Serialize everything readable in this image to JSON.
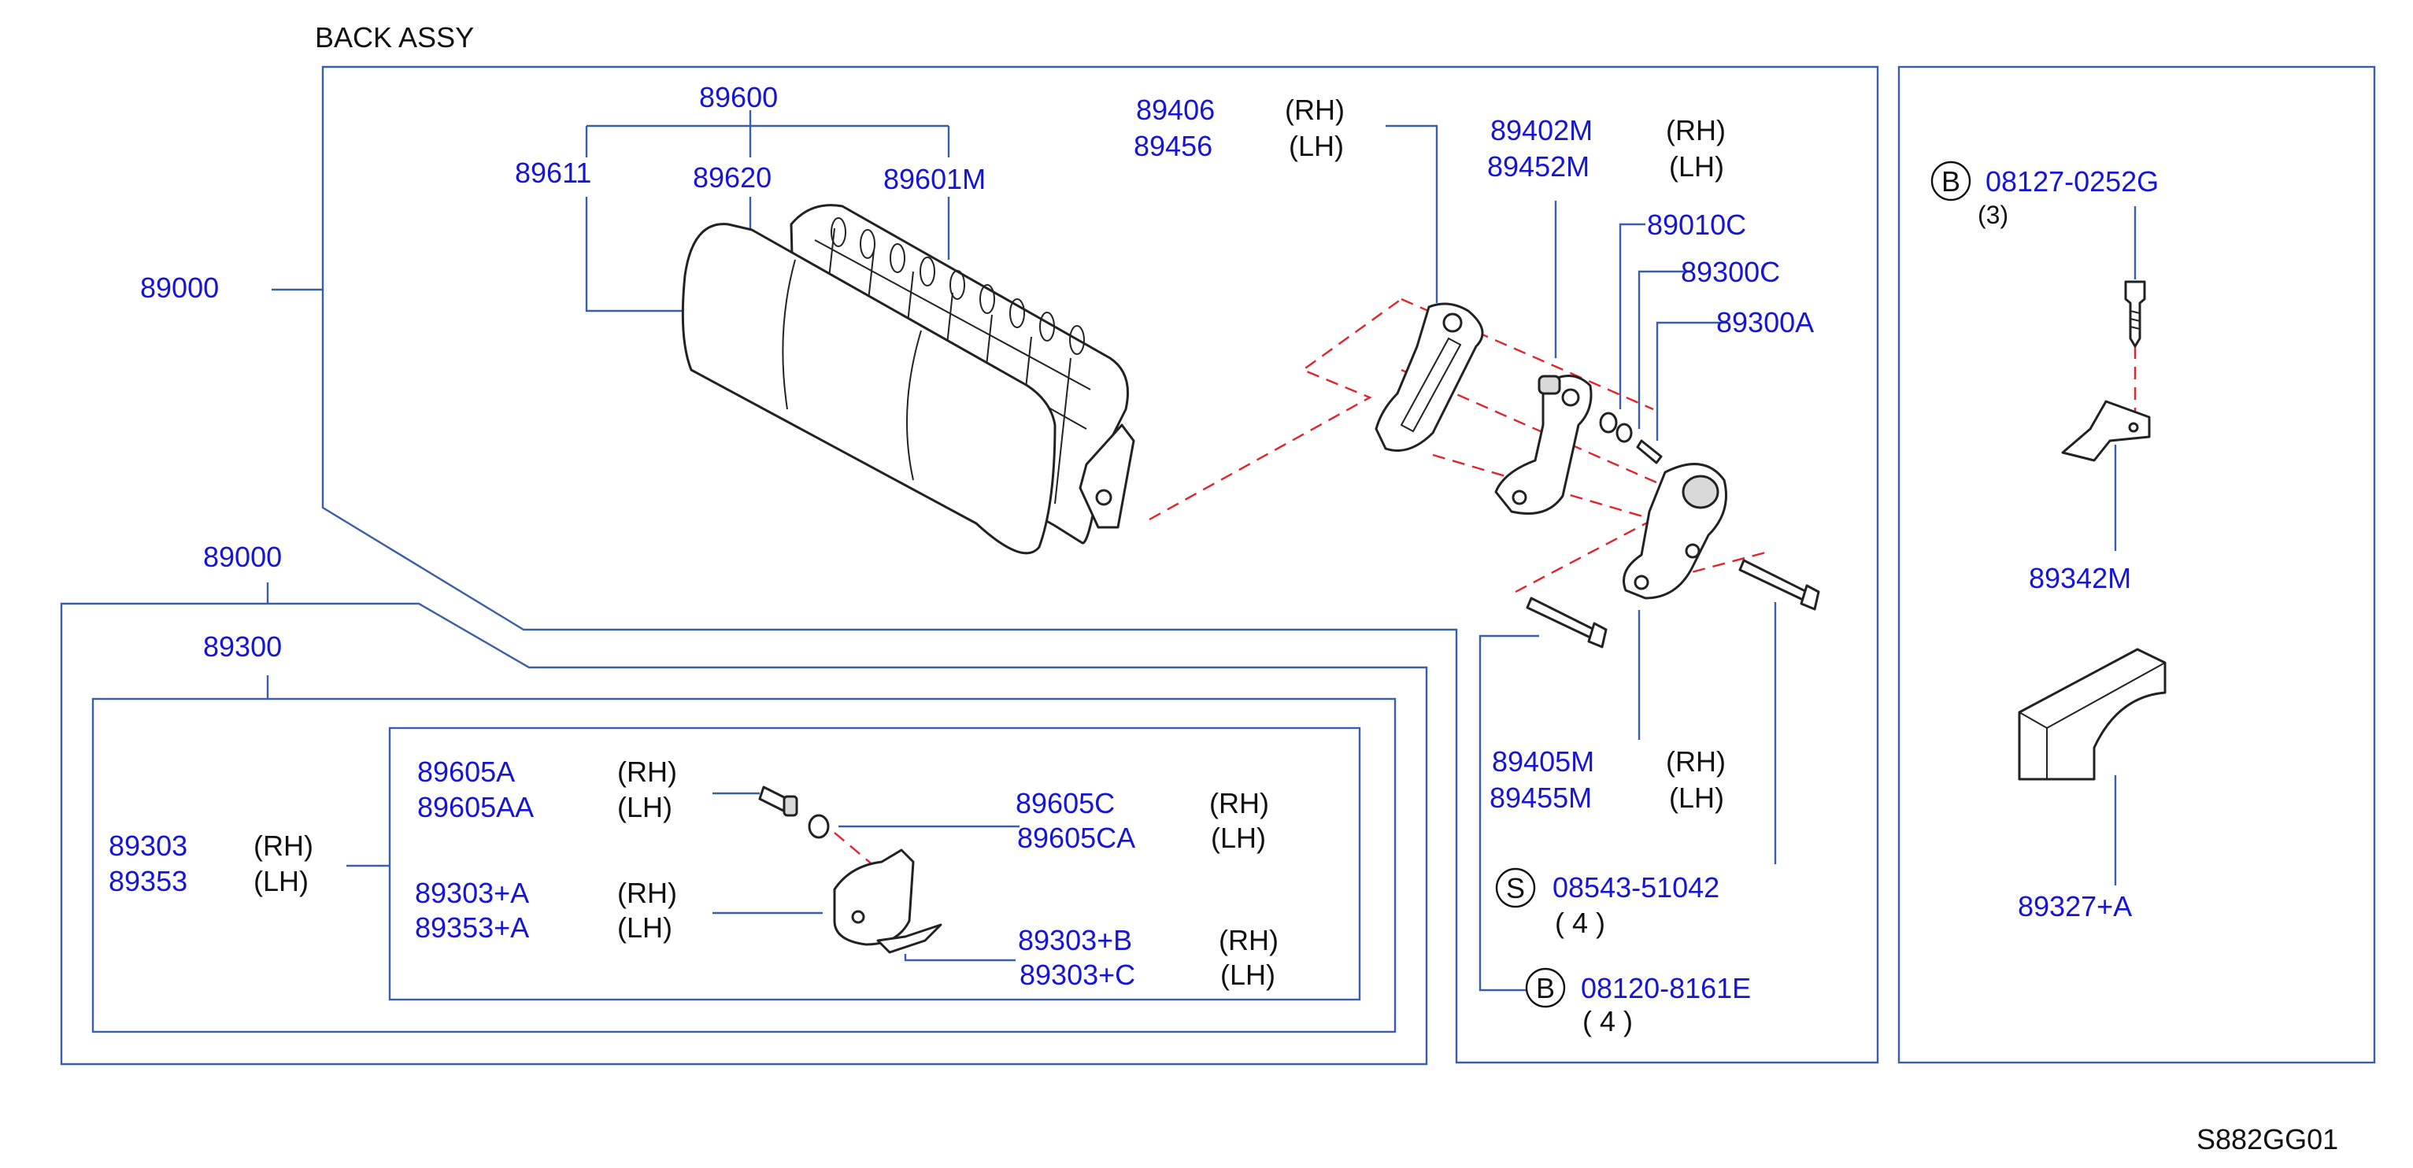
{
  "title": "BACK   ASSY",
  "diagram_code": "S882GG01",
  "callouts": {
    "c89600": "89600",
    "c89611": "89611",
    "c89620": "89620",
    "c89601M": "89601M",
    "c89000_top": "89000",
    "c89406": "89406",
    "c89456": "89456",
    "rh_89406": "(RH)",
    "lh_89456": "(LH)",
    "c89402M": "89402M",
    "c89452M": "89452M",
    "rh_89402M": "(RH)",
    "lh_89452M": "(LH)",
    "c89010C": "89010C",
    "c89300C": "89300C",
    "c89300A": "89300A",
    "c89405M": "89405M",
    "c89455M": "89455M",
    "rh_89405M": "(RH)",
    "lh_89455M": "(LH)",
    "s_letter": "S",
    "c08543": "08543-51042",
    "qty_08543": "( 4 )",
    "b_letter_bolt": "B",
    "c08120": "08120-8161E",
    "qty_08120": "( 4 )",
    "c89000_left": "89000",
    "c89300": "89300",
    "c89303": "89303",
    "c89353": "89353",
    "rh_89303": "(RH)",
    "lh_89353": "(LH)",
    "c89605A": "89605A",
    "c89605AA": "89605AA",
    "rh_89605A": "(RH)",
    "lh_89605AA": "(LH)",
    "c89605C": "89605C",
    "c89605CA": "89605CA",
    "rh_89605C": "(RH)",
    "lh_89605CA": "(LH)",
    "c89303A": "89303+A",
    "c89353A": "89353+A",
    "rh_89303A": "(RH)",
    "lh_89353A": "(LH)",
    "c89303B": "89303+B",
    "c89303C": "89303+C",
    "rh_89303B": "(RH)",
    "lh_89303C": "(LH)",
    "b_letter_right": "B",
    "c08127": "08127-0252G",
    "qty_08127": "(3)",
    "c89342M": "89342M",
    "c89327A": "89327+A"
  },
  "colors": {
    "part_number": "#1515d8",
    "frame": "#3a5ea8",
    "dash": "#e0242b",
    "text": "#111111"
  }
}
